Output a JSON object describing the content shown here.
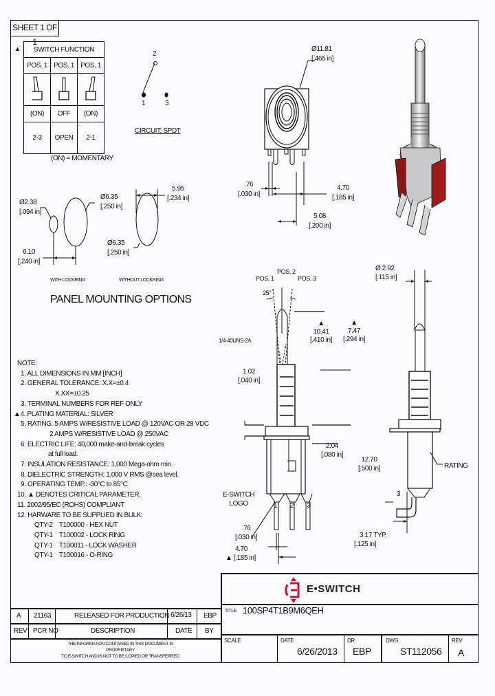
{
  "sheet": "SHEET 1 OF 1",
  "switch_function": {
    "title": "SWITCH FUNCTION",
    "positions": [
      "POS. 1",
      "POS. 1",
      "POS. 1"
    ],
    "states": [
      "(ON)",
      "OFF",
      "(ON)"
    ],
    "connections": [
      "2-3",
      "OPEN",
      "2-1"
    ],
    "footnote": "(ON) = MOMENTARY"
  },
  "circuit": {
    "label": "CIRCUIT: SPDT",
    "terminals": [
      "1",
      "2",
      "3"
    ]
  },
  "panel_mounting": {
    "title": "PANEL MOUNTING OPTIONS",
    "with_ring_label": "WITH LOCKRING",
    "without_ring_label": "WITHOUT LOCKRING",
    "dims": {
      "small_hole": [
        "Ø2.38",
        "[.094 in]"
      ],
      "large_hole": [
        "Ø6.35",
        "[.250 in]"
      ],
      "spacing": [
        "6.10",
        "[.240 in]"
      ],
      "flat": [
        "5.95",
        "[.234 in]"
      ],
      "hole_no_ring": [
        "Ø6.35",
        "[.250 in]"
      ]
    }
  },
  "top_view": {
    "dims": {
      "bushing_dia": [
        "Ø11.81",
        "[.465 in]"
      ],
      "pin_width": [
        ".76",
        "[.030 in]"
      ],
      "pin_offset": [
        "4.70",
        "[.185 in]"
      ],
      "pin_pitch": [
        "5.08",
        "[.200 in]"
      ]
    }
  },
  "front_view": {
    "positions": [
      "POS. 1",
      "POS. 2",
      "POS. 3"
    ],
    "angle": "25°",
    "thread": "1/4-40UNS-2A",
    "logo_label": [
      "E-SWITCH",
      "LOGO"
    ],
    "terminals": [
      "1",
      "2",
      "3"
    ],
    "dims": {
      "lever_height": [
        "10.41",
        "[.410 in]"
      ],
      "lever_height2": [
        "7.47",
        "[.294 in]"
      ],
      "flange": [
        "1.02",
        "[.040 in]"
      ],
      "body_offset": [
        "2.04",
        "[.080 in]"
      ],
      "pin_width": [
        ".76",
        "[.030 in]"
      ],
      "pin_offset": [
        "4.70",
        "[.185 in]"
      ]
    }
  },
  "side_view": {
    "rating_label": "RATING",
    "terminal": "3",
    "dims": {
      "lever_dia": [
        "Ø 2.92",
        "[.115 in]"
      ],
      "body_height": [
        "12.70",
        "[.500 in]"
      ],
      "bend": [
        "3.17  TYP.",
        "[.125 in]"
      ]
    }
  },
  "notes": {
    "heading": "NOTE:",
    "lines": [
      "1. ALL DIMENSIONS IN MM [INCH]",
      "2. GENERAL TOLERANCE: X.X=±0.4",
      "X.XX=±0.25",
      "3. TERMINAL NUMBERS FOR REF ONLY",
      "4. PLATING MATERIAL: SILVER",
      "5. RATING: 5 AMPS W/RESISTIVE LOAD @ 120VAC OR 28 VDC",
      "2 AMPS W/RESISTIVE LOAD @ 250VAC",
      "6. ELECTRIC LIFE: 40,000 make-and-break cycles",
      "at full load.",
      "7. INSULATION RESISTANCE: 1,000 Mega-ohm min.",
      "8. DIELECTRIC STRENGTH: 1,000 V RMS @sea level.",
      "9. OPERATING TEMP.: -30°C to 85°C",
      "10. ▲ DENOTES CRITICAL PARAMETER.",
      "11. 2002/95/EC (ROHS) COMPLIANT",
      "12. HARWARE TO BE SUPPLIED IN BULK:",
      "QTY-2    T100000 - HEX NUT",
      "QTY-1    T100002 - LOCK RING",
      "QTY-1    T100011 - LOCK WASHER",
      "QTY-1    T100016 - O-RING"
    ]
  },
  "revision_block": {
    "row": {
      "rev": "A",
      "pcr": "21163",
      "desc": "RELEASED FOR PRODUCTION",
      "date": "6/26/13",
      "by": "EBP"
    },
    "headers": {
      "rev": "REV",
      "pcr": "PCR NO",
      "desc": "DESCRIPTION",
      "date": "DATE",
      "by": "BY"
    },
    "proprietary": [
      "THE INFORMATION CONTAINED IN THIS DOCUMENT IS PROPRIETARY",
      "TO E-SWITCH AND IS NOT TO BE COPIED OR TRANSFERRED"
    ]
  },
  "title_block": {
    "brand": "E•SWITCH",
    "brand_color": "#d0112b",
    "title_label": "TITLE",
    "title": "100SP4T1B9M6QEH",
    "scale_label": "SCALE",
    "scale": "",
    "date_label": "DATE",
    "date": "6/26/2013",
    "dr_label": "DR",
    "dr": "EBP",
    "dwg_label": "DWG",
    "dwg": "ST112056",
    "rev_label": "REV",
    "rev": "A"
  }
}
